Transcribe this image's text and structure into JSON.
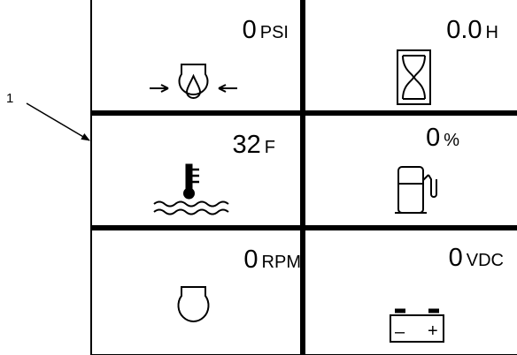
{
  "callout": {
    "label": "1"
  },
  "gauges": [
    {
      "id": "oil-pressure",
      "value": "0",
      "unit": "PSI",
      "icon": "oil-pressure-icon"
    },
    {
      "id": "hour-meter",
      "value": "0.0",
      "unit": "H",
      "icon": "hourglass-icon"
    },
    {
      "id": "coolant-temp",
      "value": "32",
      "unit": "F",
      "icon": "coolant-temperature-icon"
    },
    {
      "id": "fuel-level",
      "value": "0",
      "unit": "%",
      "icon": "fuel-pump-icon"
    },
    {
      "id": "engine-speed",
      "value": "0",
      "unit": "RPM",
      "icon": "engine-icon"
    },
    {
      "id": "battery",
      "value": "0",
      "unit": "VDC",
      "icon": "battery-icon"
    }
  ],
  "battery_terminals": {
    "negative": "–",
    "positive": "+"
  }
}
